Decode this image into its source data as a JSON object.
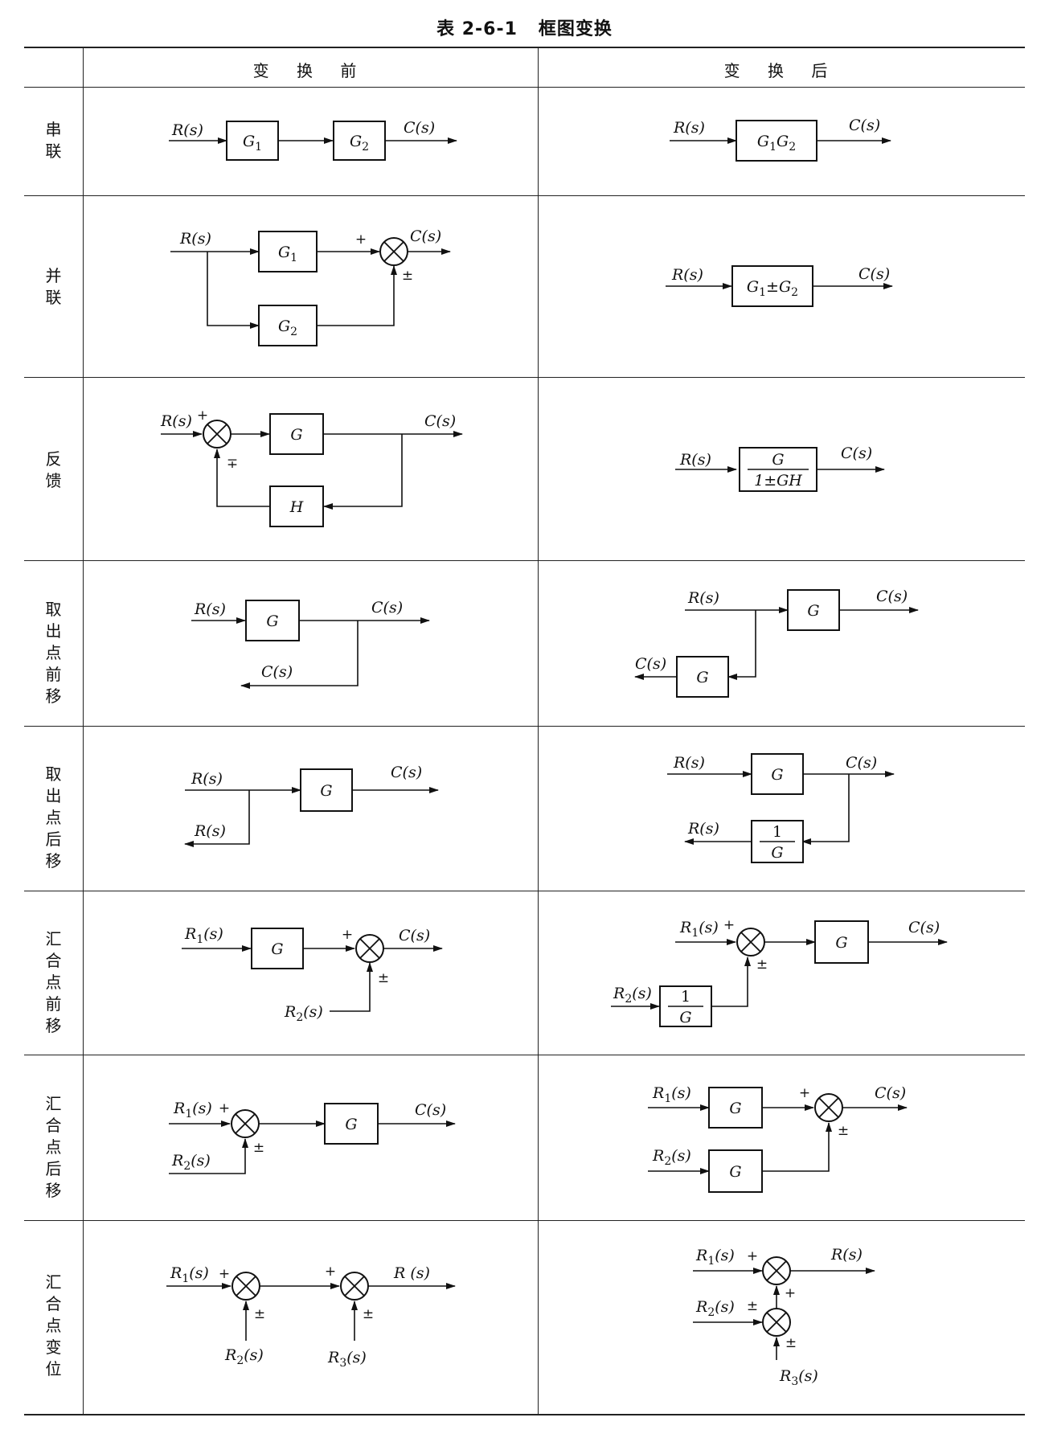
{
  "table": {
    "number": "表 2-6-1",
    "title": "框图变换",
    "col_before": "变 换 前",
    "col_after": "变 换 后"
  },
  "rows": [
    {
      "label": "串联",
      "before": {
        "input": "R(s)",
        "blocks": [
          "G1",
          "G2"
        ],
        "output": "C(s)"
      },
      "after": {
        "input": "R(s)",
        "block": "G1G2",
        "output": "C(s)"
      }
    },
    {
      "label": "并联",
      "before": {
        "input": "R(s)",
        "blocks": [
          "G1",
          "G2"
        ],
        "signs": [
          "+",
          "±"
        ],
        "output": "C(s)"
      },
      "after": {
        "input": "R(s)",
        "block": "G1±G2",
        "output": "C(s)"
      }
    },
    {
      "label": "反馈",
      "before": {
        "input": "R(s)",
        "forward": "G",
        "feedback": "H",
        "signs": [
          "+",
          "∓"
        ],
        "output": "C(s)"
      },
      "after": {
        "input": "R(s)",
        "numerator": "G",
        "denominator": "1±GH",
        "output": "C(s)"
      }
    },
    {
      "label": "取出点前移",
      "before": {
        "input": "R(s)",
        "block": "G",
        "output": "C(s)",
        "branch": "C(s)"
      },
      "after": {
        "input": "R(s)",
        "block": "G",
        "branch_block": "G",
        "output": "C(s)",
        "branch": "C(s)"
      }
    },
    {
      "label": "取出点后移",
      "before": {
        "input": "R(s)",
        "block": "G",
        "output": "C(s)",
        "branch": "R(s)"
      },
      "after": {
        "input": "R(s)",
        "block": "G",
        "branch_numerator": "1",
        "branch_denominator": "G",
        "output": "C(s)",
        "branch": "R(s)"
      }
    },
    {
      "label": "汇合点前移",
      "before": {
        "input1": "R1(s)",
        "input2": "R2(s)",
        "block": "G",
        "signs": [
          "+",
          "±"
        ],
        "output": "C(s)"
      },
      "after": {
        "input1": "R1(s)",
        "input2": "R2(s)",
        "block": "G",
        "branch_numerator": "1",
        "branch_denominator": "G",
        "signs": [
          "+",
          "±"
        ],
        "output": "C(s)"
      }
    },
    {
      "label": "汇合点后移",
      "before": {
        "input1": "R1(s)",
        "input2": "R2(s)",
        "block": "G",
        "signs": [
          "+",
          "±"
        ],
        "output": "C(s)"
      },
      "after": {
        "input1": "R1(s)",
        "input2": "R2(s)",
        "blocks": [
          "G",
          "G"
        ],
        "signs": [
          "+",
          "±"
        ],
        "output": "C(s)"
      }
    },
    {
      "label": "汇合点变位",
      "before": {
        "input1": "R1(s)",
        "input2": "R2(s)",
        "input3": "R3(s)",
        "signs": [
          "+",
          "±",
          "+",
          "±"
        ],
        "output": "R (s)"
      },
      "after": {
        "input1": "R1(s)",
        "input2": "R2(s)",
        "input3": "R3(s)",
        "signs": [
          "+",
          "+",
          "±",
          "±"
        ],
        "output": "R(s)"
      }
    }
  ]
}
